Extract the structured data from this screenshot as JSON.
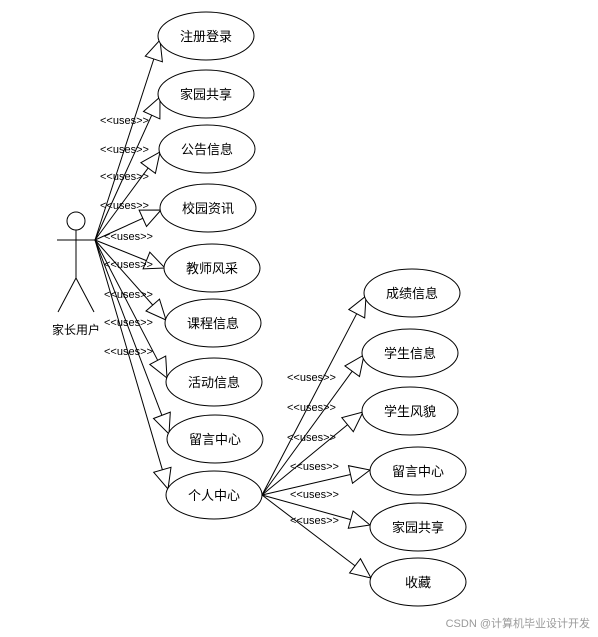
{
  "actor": {
    "label": "家长用户"
  },
  "stereotype": "<<uses>>",
  "use_cases": [
    {
      "id": "register-login",
      "label": "注册登录"
    },
    {
      "id": "home-school-share",
      "label": "家园共享"
    },
    {
      "id": "notice-info",
      "label": "公告信息"
    },
    {
      "id": "campus-news",
      "label": "校园资讯"
    },
    {
      "id": "teacher-style",
      "label": "教师风采"
    },
    {
      "id": "course-info",
      "label": "课程信息"
    },
    {
      "id": "activity-info",
      "label": "活动信息"
    },
    {
      "id": "message-center",
      "label": "留言中心"
    },
    {
      "id": "personal-center",
      "label": "个人中心"
    }
  ],
  "sub_use_cases": [
    {
      "id": "grade-info",
      "label": "成绩信息"
    },
    {
      "id": "student-info",
      "label": "学生信息"
    },
    {
      "id": "student-style",
      "label": "学生风貌"
    },
    {
      "id": "sub-message-center",
      "label": "留言中心"
    },
    {
      "id": "sub-home-school-share",
      "label": "家园共享"
    },
    {
      "id": "favorites",
      "label": "收藏"
    }
  ],
  "watermark": "CSDN @计算机毕业设计开发"
}
